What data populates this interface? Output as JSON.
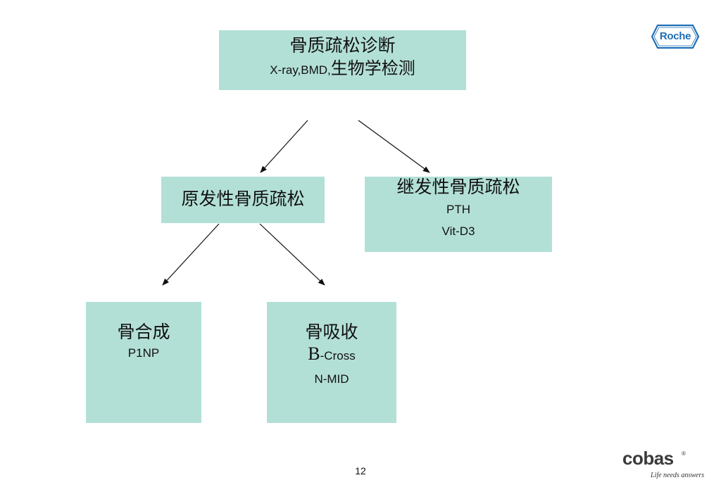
{
  "diagram": {
    "root": {
      "title": "骨质疏松诊断",
      "subtitle_latin": "X-ray,BMD,",
      "subtitle_cjk": "生物学检测"
    },
    "primary": {
      "title": "原发性骨质疏松"
    },
    "secondary": {
      "title": "继发性骨质疏松",
      "markers": [
        "PTH",
        "Vit-D3"
      ]
    },
    "formation": {
      "title": "骨合成",
      "markers": [
        "P1NP"
      ]
    },
    "resorption": {
      "title": "骨吸收",
      "marker1_initial": "B",
      "marker1_rest": "-Cross",
      "marker2": "N-MID"
    }
  },
  "footer": {
    "page_number": "12",
    "cobas_logo_text": "cobas",
    "cobas_registered": "®",
    "cobas_tagline": "Life needs answers"
  },
  "header": {
    "roche_logo_text": "Roche"
  },
  "colors": {
    "box_fill": "#b3e0d6",
    "roche_blue": "#1f6fb5",
    "arrow": "#111111"
  }
}
